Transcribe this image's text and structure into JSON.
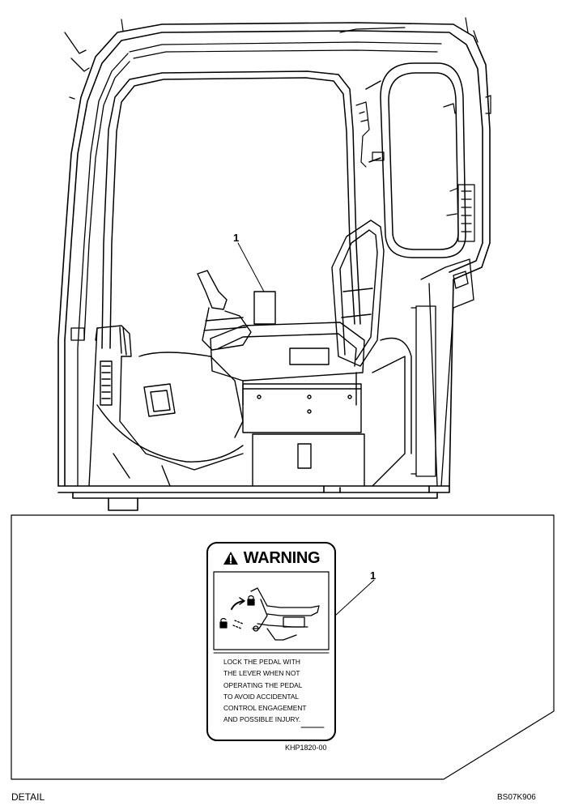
{
  "callouts": {
    "top": "1",
    "detail": "1"
  },
  "decal": {
    "heading": "WARNING",
    "text_lines": [
      "LOCK THE PEDAL WITH",
      "THE LEVER WHEN NOT",
      "OPERATING THE PEDAL",
      "TO AVOID ACCIDENTAL",
      "CONTROL ENGAGEMENT",
      "AND POSSIBLE INJURY."
    ],
    "part_code": "KHP1820-00"
  },
  "caption": "DETAIL",
  "drawing_code": "BS07K906",
  "icons": [
    "warning-triangle-icon",
    "lock-icon",
    "unlock-icon"
  ],
  "colors": {
    "ink": "#000000",
    "paper": "#ffffff"
  }
}
